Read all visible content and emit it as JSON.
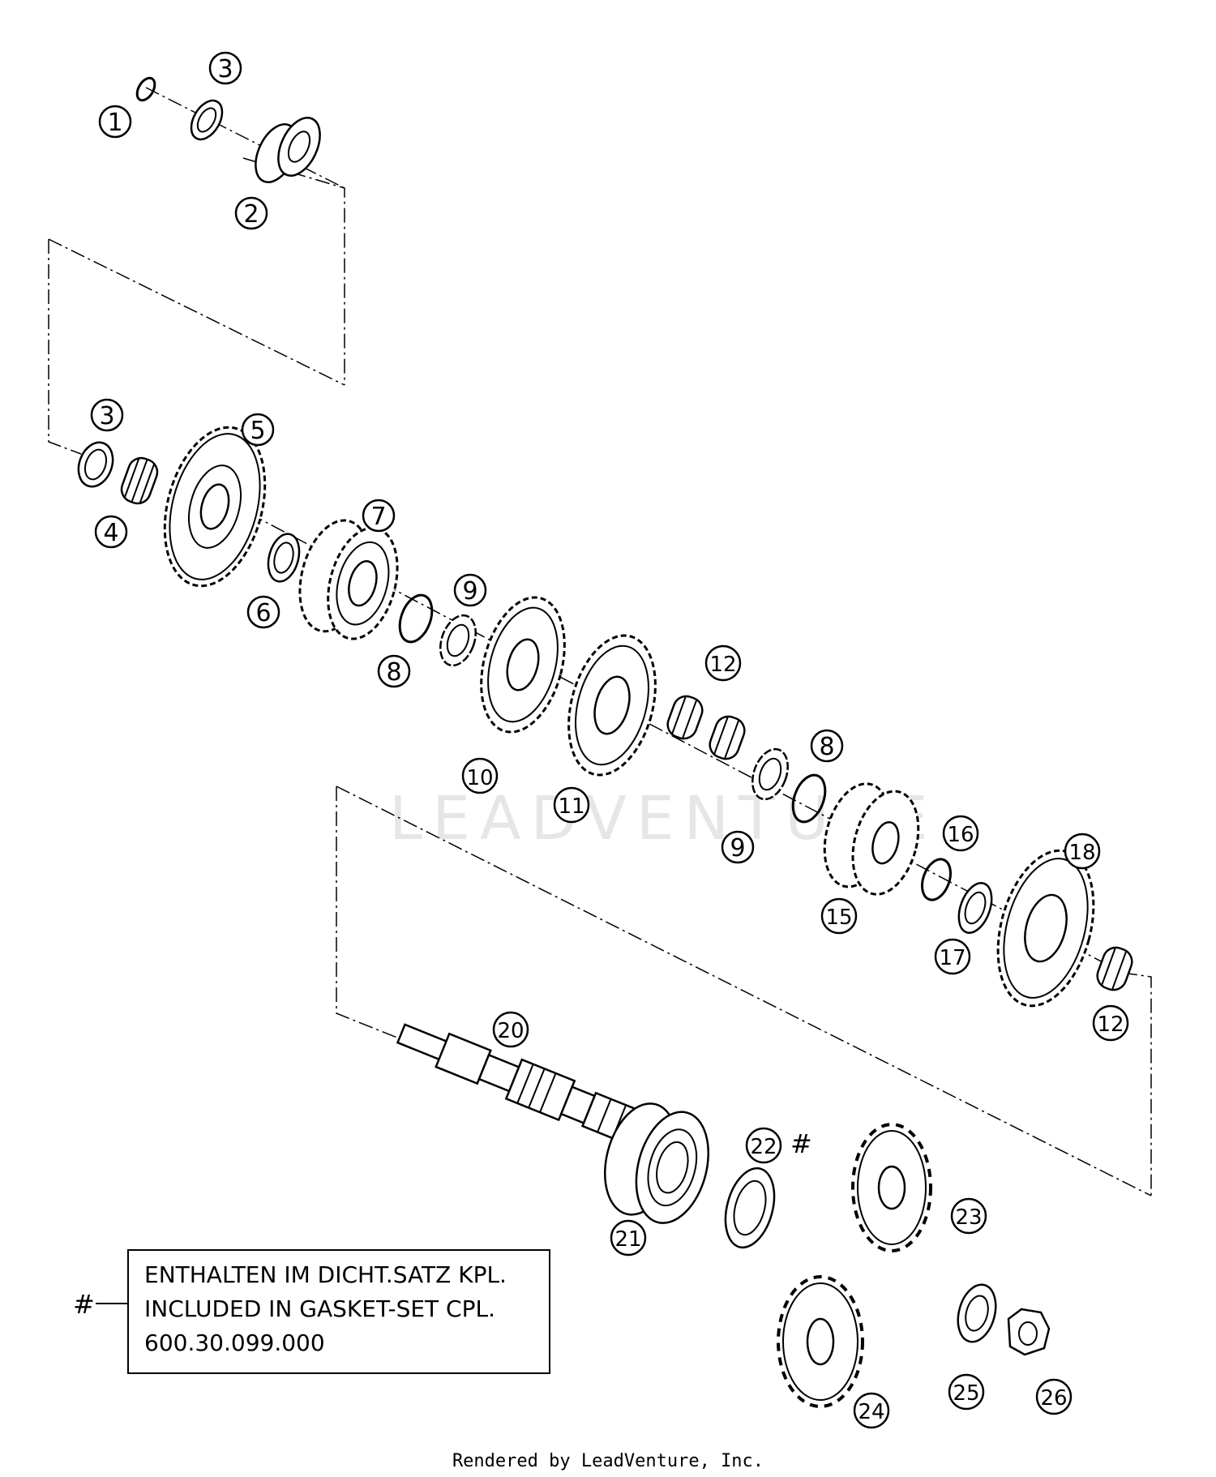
{
  "watermark": "LEADVENTURE",
  "footer": "Rendered by LeadVenture, Inc.",
  "note": {
    "marker": "#",
    "line1": "ENTHALTEN IM DICHT.SATZ KPL.",
    "line2": "INCLUDED IN GASKET-SET CPL.",
    "line3": "600.30.099.000"
  },
  "hash_marker": "#",
  "callouts": [
    "1",
    "2",
    "3",
    "3",
    "4",
    "5",
    "6",
    "7",
    "8",
    "9",
    "10",
    "11",
    "12",
    "12",
    "8",
    "9",
    "15",
    "16",
    "17",
    "18",
    "12",
    "20",
    "21",
    "22",
    "23",
    "24",
    "25",
    "26"
  ]
}
